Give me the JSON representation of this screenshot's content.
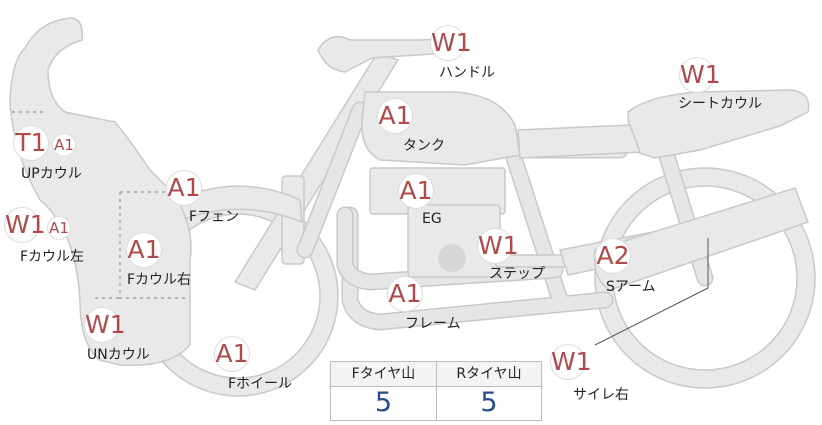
{
  "parts": {
    "handle": {
      "label": "ハンドル",
      "badge": "W1"
    },
    "seat_cowl": {
      "label": "シートカウル",
      "badge": "W1"
    },
    "tank": {
      "label": "タンク",
      "badge": "A1"
    },
    "up_cowl": {
      "label": "UPカウル",
      "badge": "T1",
      "badge_small": "A1"
    },
    "f_fender": {
      "label": "Fフェン",
      "badge": "A1"
    },
    "engine": {
      "label": "EG",
      "badge": "A1"
    },
    "f_cowl_l": {
      "label": "Fカウル左",
      "badge": "W1",
      "badge_small": "A1"
    },
    "f_cowl_r": {
      "label": "Fカウル右",
      "badge": "A1"
    },
    "step": {
      "label": "ステップ",
      "badge": "W1"
    },
    "s_arm": {
      "label": "Sアーム",
      "badge": "A2"
    },
    "frame": {
      "label": "フレーム",
      "badge": "A1"
    },
    "un_cowl": {
      "label": "UNカウル",
      "badge": "W1"
    },
    "f_wheel": {
      "label": "Fホイール",
      "badge": "A1"
    },
    "silencer_r": {
      "label": "サイレ右",
      "badge": "W1"
    }
  },
  "tire_tread": {
    "front": {
      "label": "Fタイヤ山",
      "value": "5"
    },
    "rear": {
      "label": "Rタイヤ山",
      "value": "5"
    }
  },
  "colors": {
    "badge_text": "#b04a4a",
    "tread_value": "#2c4a8c",
    "part_fill": "#e9e9e9"
  }
}
